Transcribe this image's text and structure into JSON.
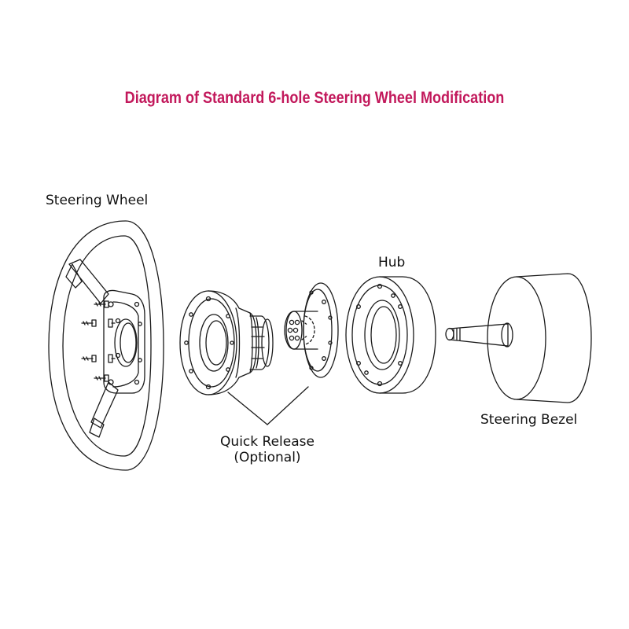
{
  "title": "Diagram of Standard 6-hole Steering Wheel Modification",
  "colors": {
    "title": "#c2185b",
    "line": "#1a1a1a"
  },
  "labels": {
    "steering_wheel": "Steering Wheel",
    "hub": "Hub",
    "steering_bezel": "Steering Bezel",
    "quick_release_line1": "Quick Release",
    "quick_release_line2": "(Optional)"
  }
}
